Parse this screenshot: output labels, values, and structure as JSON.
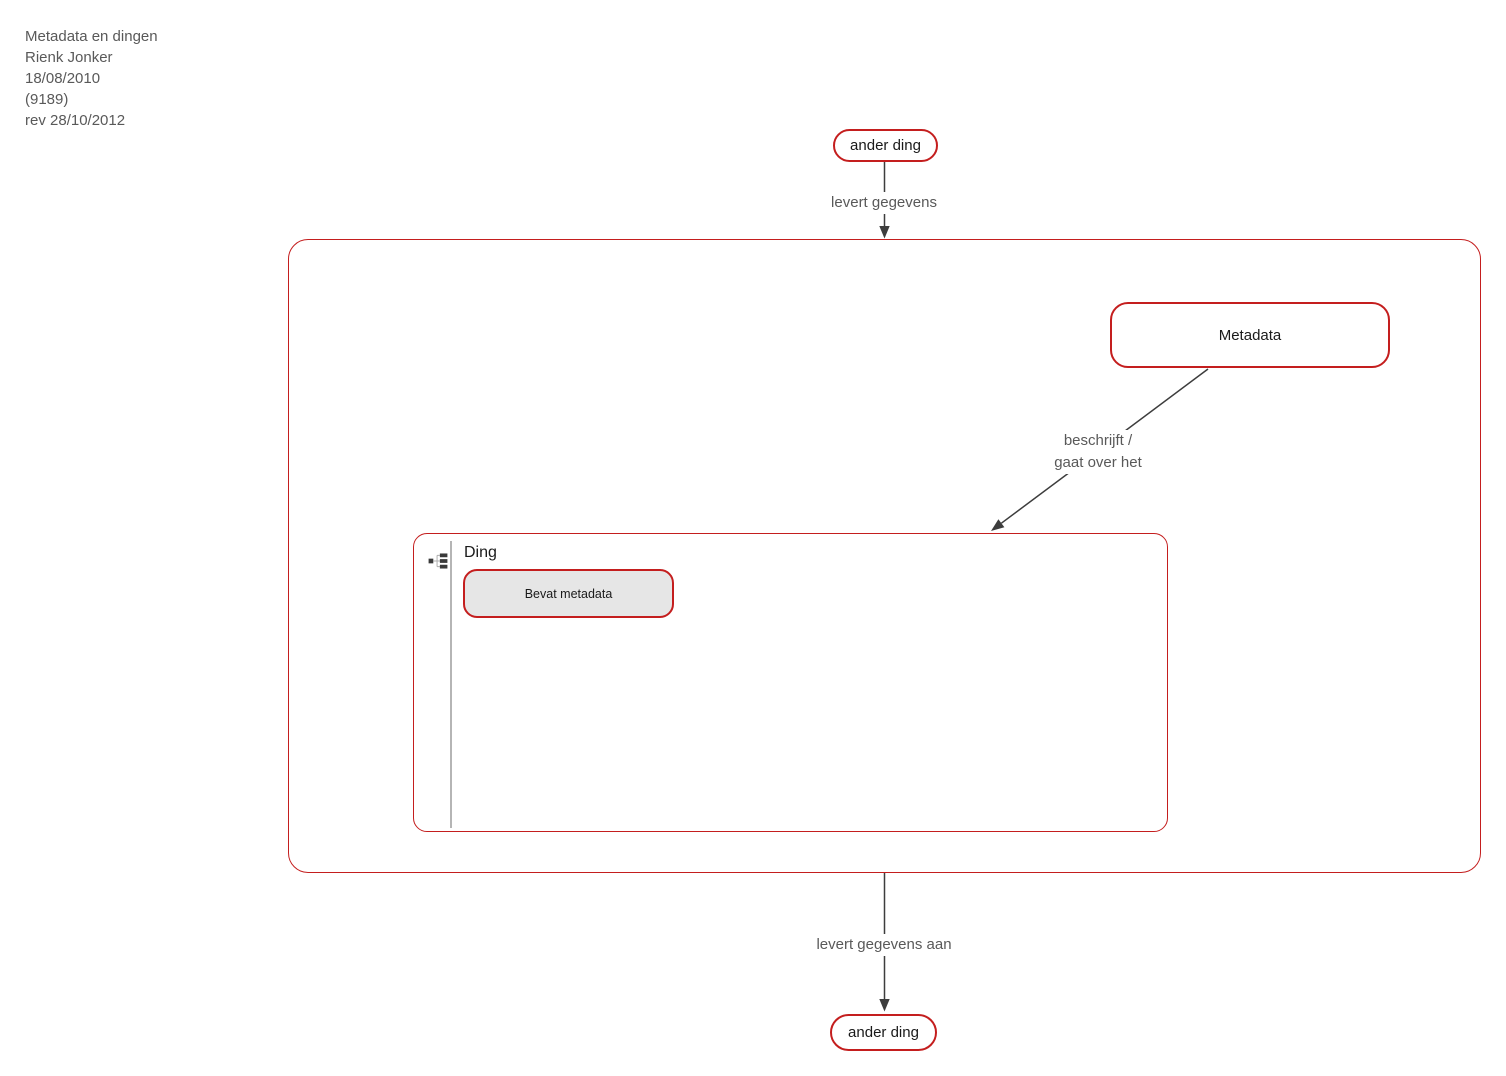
{
  "header": {
    "title": "Metadata en dingen",
    "author": "Rienk Jonker",
    "date": "18/08/2010",
    "number": "(9189)",
    "revision": "rev 28/10/2012"
  },
  "nodes": {
    "ander_ding_top": "ander ding",
    "metadata": "Metadata",
    "ding_title": "Ding",
    "bevat_metadata": "Bevat metadata",
    "ander_ding_bottom": "ander ding"
  },
  "edges": {
    "levert_gegevens": "levert gegevens",
    "beschrijft_line1": "beschrijft /",
    "beschrijft_line2": "gaat over het",
    "levert_gegevens_aan": "levert gegevens aan"
  },
  "icons": {
    "ding_icon": "hierarchy-icon"
  },
  "colors": {
    "accent_red": "#c41e1e",
    "arrow_gray": "#3d3d3d",
    "label_gray": "#595959",
    "node_fill_gray": "#e6e6e6",
    "divider_gray": "#b5b5b5"
  }
}
